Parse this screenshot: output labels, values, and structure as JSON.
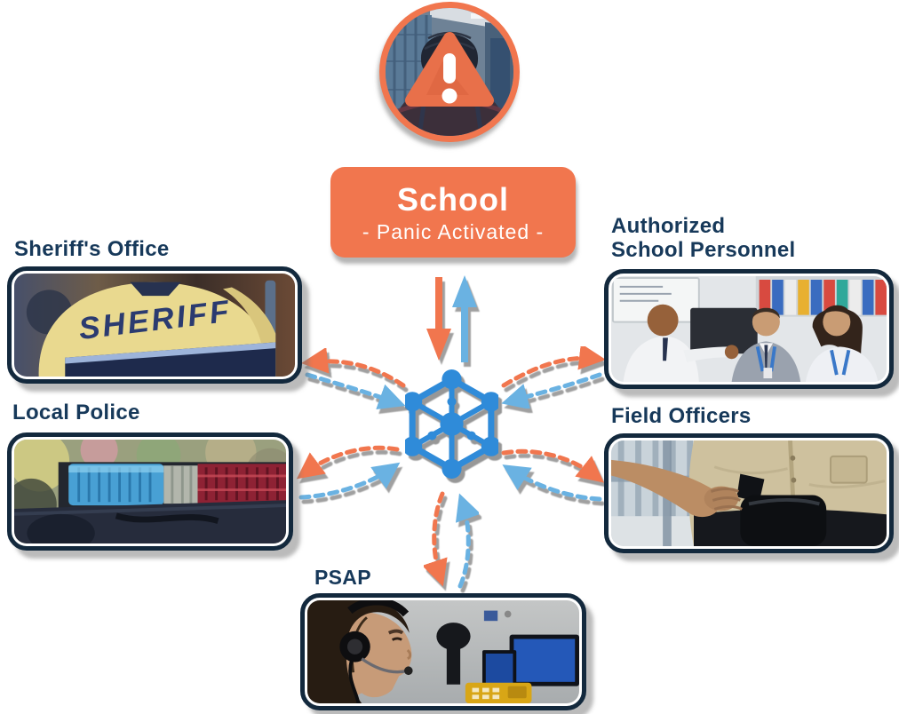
{
  "palette": {
    "orange": "#F1764E",
    "navy_text": "#17395A",
    "card_border": "#13293D",
    "hub_blue": "#2F8BD9",
    "arrow_blue": "#6AB2E2"
  },
  "source_node": {
    "title": "School",
    "subtitle": "- Panic Activated -",
    "photo": "student-in-school-hallway",
    "icon": "warning-triangle-icon"
  },
  "hub": {
    "icon": "network-nodes-icon"
  },
  "nodes": [
    {
      "label": "Sheriff's Office",
      "photo": "sheriff-jacket-back",
      "photo_text": "SHERIFF"
    },
    {
      "label_line1": "Authorized",
      "label_line2": "School Personnel",
      "photo": "school-staff-talking"
    },
    {
      "label": "Local Police",
      "photo": "police-car-light-bar"
    },
    {
      "label": "Field Officers",
      "photo": "officer-hand-on-holster"
    },
    {
      "label": "PSAP",
      "photo": "emergency-dispatcher-with-headset"
    }
  ]
}
